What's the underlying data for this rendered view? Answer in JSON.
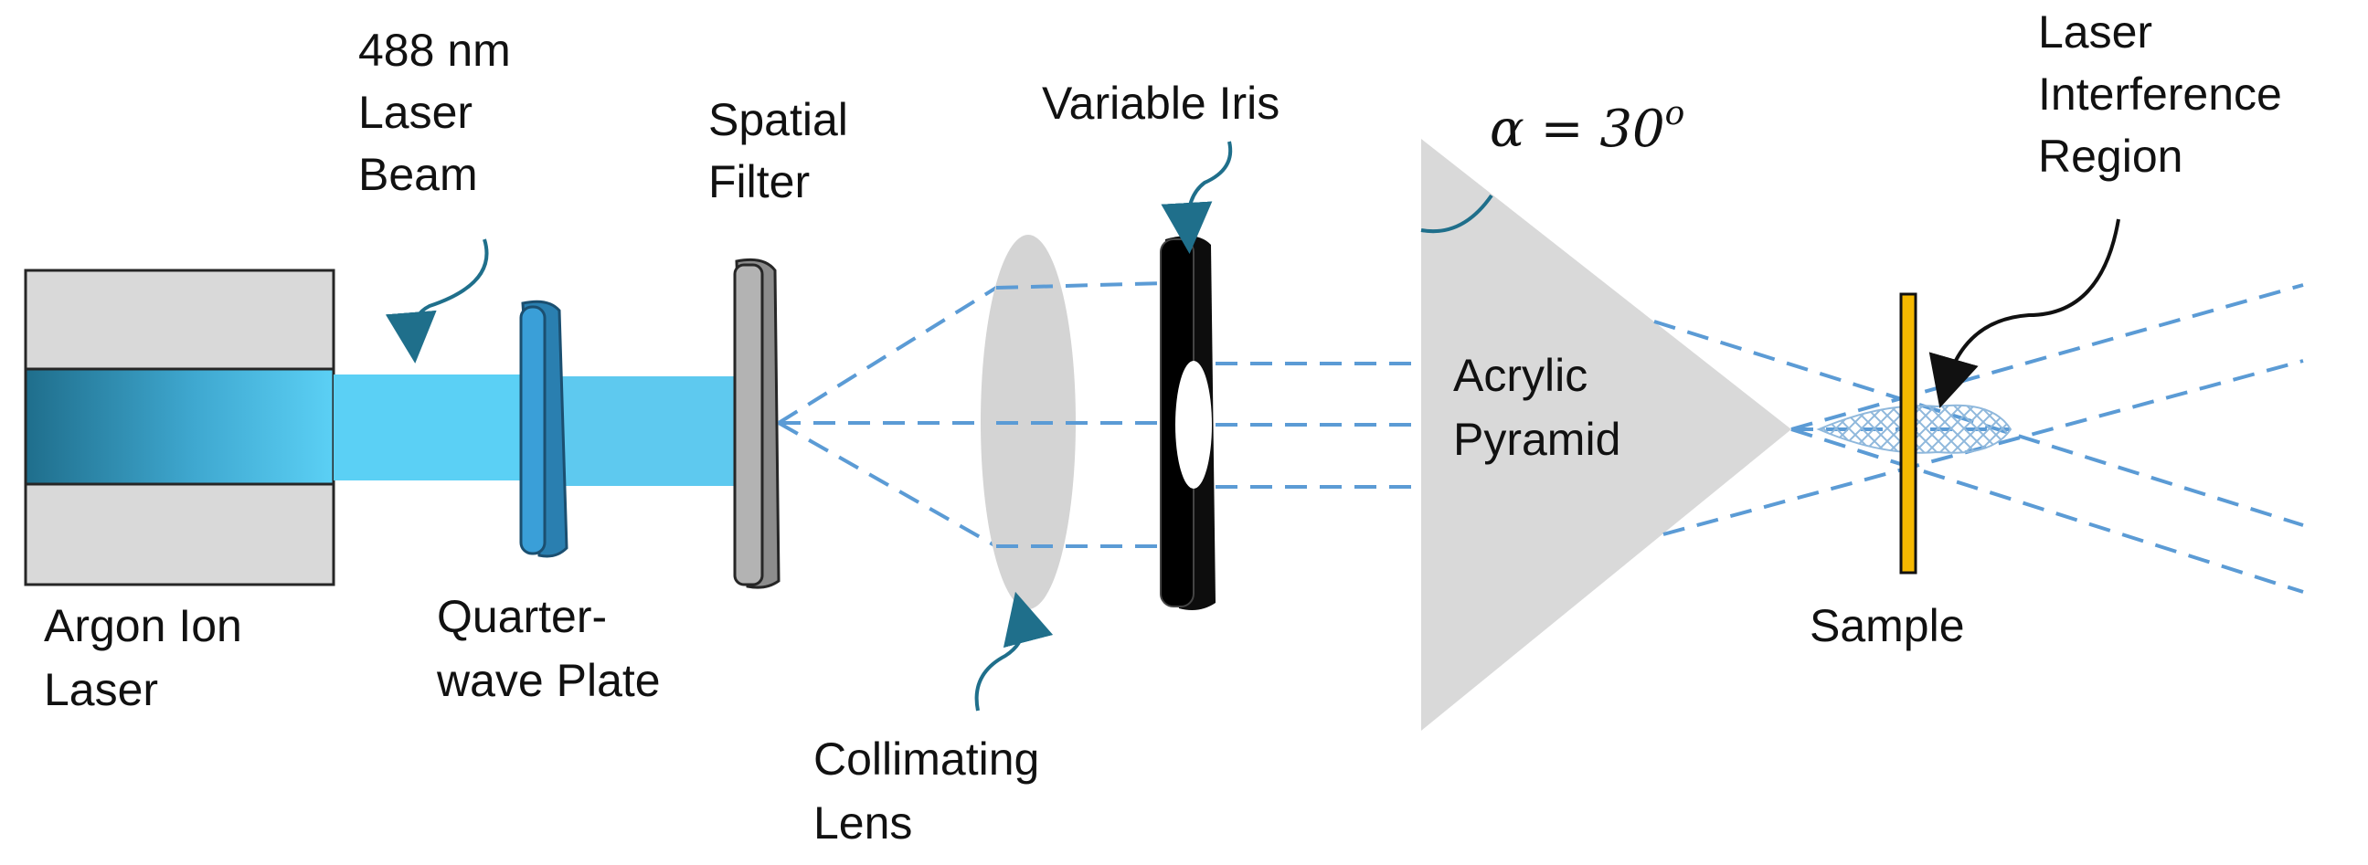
{
  "labels": {
    "beam": [
      "488 nm",
      "Laser",
      "Beam"
    ],
    "spatial_filter": [
      "Spatial",
      "Filter"
    ],
    "variable_iris": "Variable Iris",
    "angle_symbol": "α = 30",
    "angle_sup": "o",
    "interference": [
      "Laser",
      "Interference",
      "Region"
    ],
    "laser": [
      "Argon Ion",
      "Laser"
    ],
    "quarter_wave": [
      "Quarter-",
      "wave Plate"
    ],
    "collimating": [
      "Collimating",
      "Lens"
    ],
    "pyramid": [
      "Acrylic",
      "Pyramid"
    ],
    "sample": "Sample"
  },
  "colors": {
    "housing": "#d9d9d9",
    "beam_dark": "#1f6e8c",
    "beam_light": "#5bd0f5",
    "plate": "#3a9fd8",
    "filter": "#b3b3b3",
    "lens": "#d4d4d4",
    "iris": "#0d0d0d",
    "pyramid": "#d9d9d9",
    "dashed_rays": "#5b9bd5",
    "sample": "#f5b800",
    "arrows": "#1f6f8b"
  }
}
